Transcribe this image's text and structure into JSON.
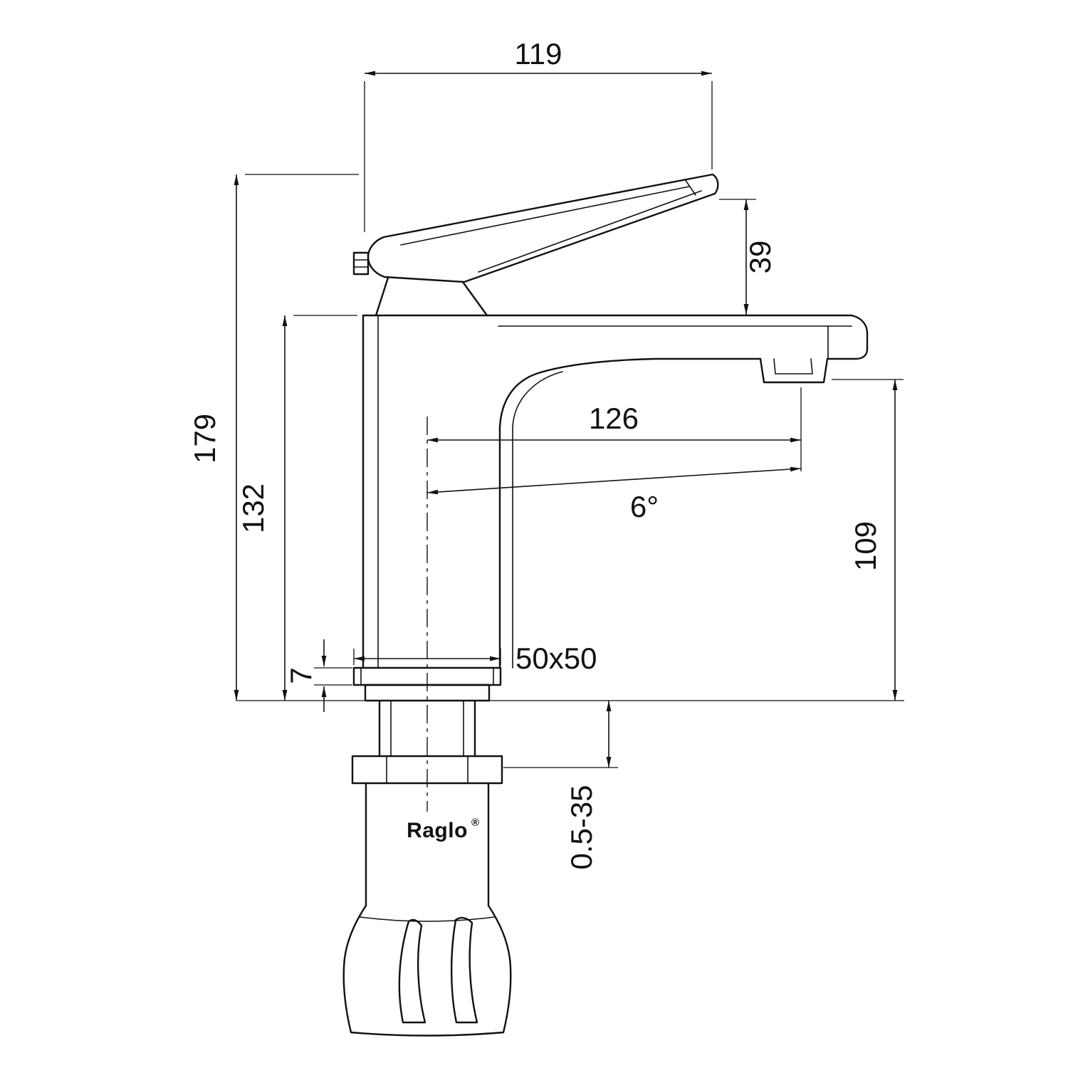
{
  "meta": {
    "type": "technical-drawing",
    "subject": "single-lever basin faucet, side elevation with dimensions"
  },
  "brand": {
    "name": "Raglo",
    "mark": "®"
  },
  "dimensions": {
    "top_width": "119",
    "handle_rise": "39",
    "overall_height": "179",
    "body_height": "132",
    "spout_reach": "126",
    "spout_angle": "6°",
    "outlet_height": "109",
    "base_plate": "50x50",
    "plate_thickness": "7",
    "mounting_range": "0.5-35"
  },
  "colors": {
    "line": "#111111",
    "background": "#ffffff"
  }
}
